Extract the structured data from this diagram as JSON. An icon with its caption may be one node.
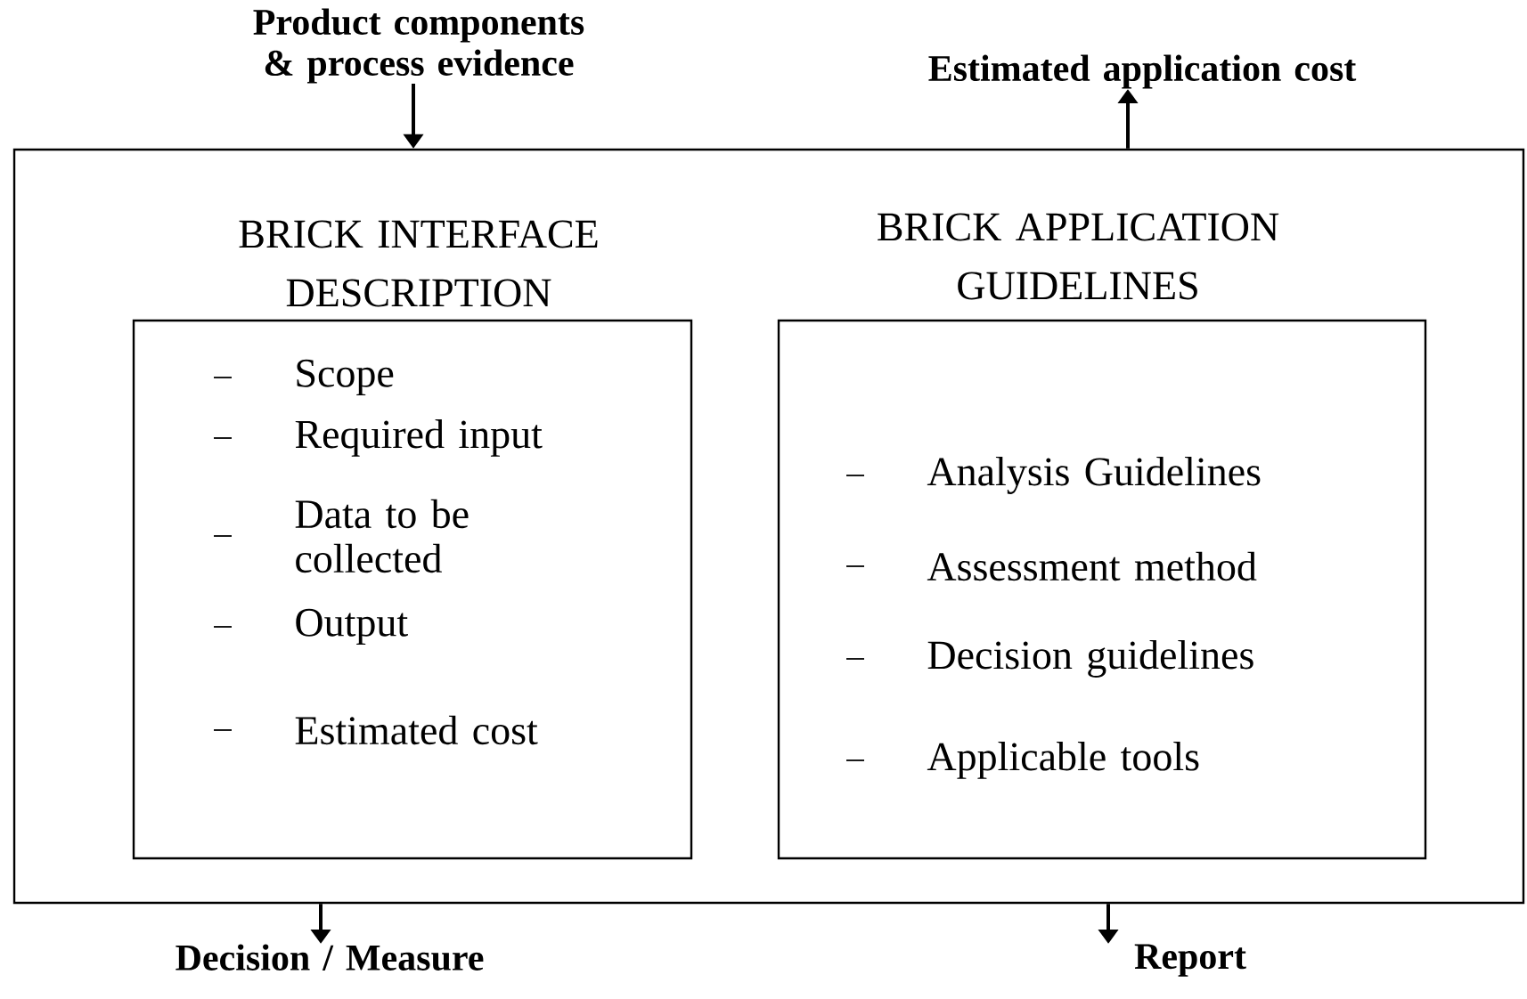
{
  "diagram": {
    "nodes": [
      {
        "text": [],
        "shape": "box"
      },
      {
        "text": [
          "BRICK INTERFACE DESCRIPTION",
          "Scope",
          "Required input",
          "Data to be collected",
          "Output",
          "Estimated cost"
        ],
        "in": 0
      },
      {
        "text": [
          "BRICK APPLICATION GUIDELINES",
          "Analysis Guidelines",
          "Assessment method",
          "Decision guidelines",
          "Applicable tools"
        ],
        "in": 0
      },
      {
        "text": [
          "Product components & process evidence"
        ]
      },
      {
        "text": [
          "Estimated application cost"
        ]
      },
      {
        "text": [
          "Decision / Measure"
        ]
      },
      {
        "text": [
          "Report"
        ]
      }
    ],
    "edges": [
      {
        "from": 3,
        "to": 0,
        "arrow": "to"
      },
      {
        "from": 0,
        "to": 4,
        "arrow": "to"
      },
      {
        "from": 0,
        "to": 5,
        "arrow": "to"
      },
      {
        "from": 0,
        "to": 6,
        "arrow": "to"
      }
    ]
  }
}
